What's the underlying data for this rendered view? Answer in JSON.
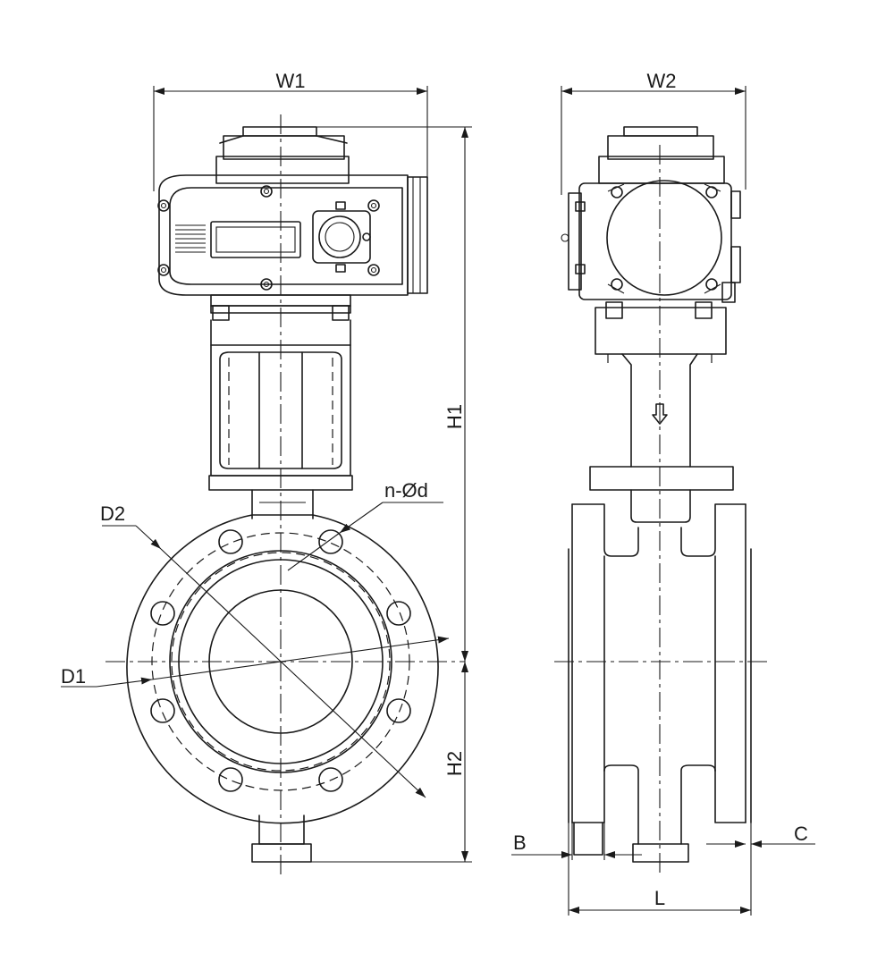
{
  "labels": {
    "w1": "W1",
    "w2": "W2",
    "h1": "H1",
    "h2": "H2",
    "d1": "D1",
    "d2": "D2",
    "nod": "n-Ød",
    "b": "B",
    "c": "C",
    "l": "L"
  },
  "features": {
    "flange_bolt_holes": 8
  }
}
